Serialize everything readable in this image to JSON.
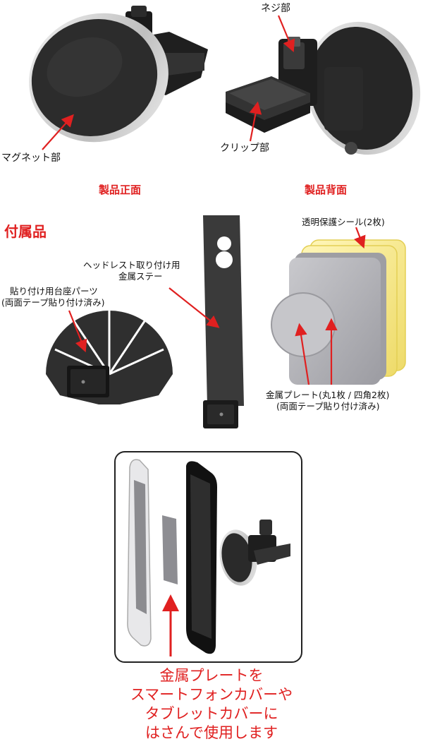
{
  "front": {
    "label_magnet": "マグネット部",
    "caption": "製品正面"
  },
  "back": {
    "label_screw": "ネジ部",
    "label_clip": "クリップ部",
    "caption": "製品背面"
  },
  "accessories": {
    "title": "付属品",
    "base_parts_line1": "貼り付け用台座パーツ",
    "base_parts_line2": "(両面テープ貼り付け済み)",
    "stay_line1": "ヘッドレスト取り付け用",
    "stay_line2": "金属ステー",
    "seal": "透明保護シール(2枚)",
    "plate_line1": "金属プレート(丸1枚 / 四角2枚)",
    "plate_line2": "(両面テープ貼り付け済み)"
  },
  "usage": {
    "line1": "金属プレートを",
    "line2": "スマートフォンカバーや",
    "line3": "タブレットカバーに",
    "line4": "はさんで使用します"
  },
  "colors": {
    "accent_red": "#e02020",
    "product_dark": "#2a2a2a",
    "metal_gray": "#a9a9ae",
    "seal_yellow": "#f5e68a"
  }
}
